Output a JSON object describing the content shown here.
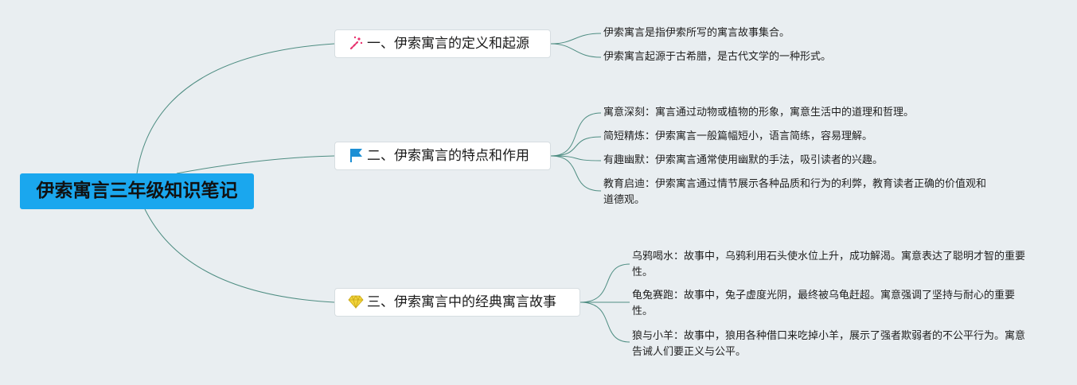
{
  "root": {
    "title": "伊索寓言三年级知识笔记"
  },
  "topics": [
    {
      "icon": "sparkle-icon",
      "label": "一、伊索寓言的定义和起源",
      "items": [
        "伊索寓言是指伊索所写的寓言故事集合。",
        "伊索寓言起源于古希腊，是古代文学的一种形式。"
      ]
    },
    {
      "icon": "flag-icon",
      "label": "二、伊索寓言的特点和作用",
      "items": [
        "寓意深刻：寓言通过动物或植物的形象，寓意生活中的道理和哲理。",
        "简短精炼：伊索寓言一般篇幅短小，语言简练，容易理解。",
        "有趣幽默：伊索寓言通常使用幽默的手法，吸引读者的兴趣。",
        "教育启迪：伊索寓言通过情节展示各种品质和行为的利弊，教育读者正确的价值观和道德观。"
      ]
    },
    {
      "icon": "gem-icon",
      "label": "三、伊索寓言中的经典寓言故事",
      "items": [
        "乌鸦喝水：故事中，乌鸦利用石头使水位上升，成功解渴。寓意表达了聪明才智的重要性。",
        "龟兔赛跑：故事中，兔子虚度光阴，最终被乌龟赶超。寓意强调了坚持与耐心的重要性。",
        "狼与小羊：故事中，狼用各种借口来吃掉小羊，展示了强者欺弱者的不公平行为。寓意告诫人们要正义与公平。"
      ]
    }
  ],
  "colors": {
    "background": "#e9eef1",
    "root_fill": "#1aa7ee",
    "connector": "#4e8d82",
    "sparkle": "#e8336f",
    "flag": "#1c8fd4",
    "gem": "#f2d43b"
  }
}
